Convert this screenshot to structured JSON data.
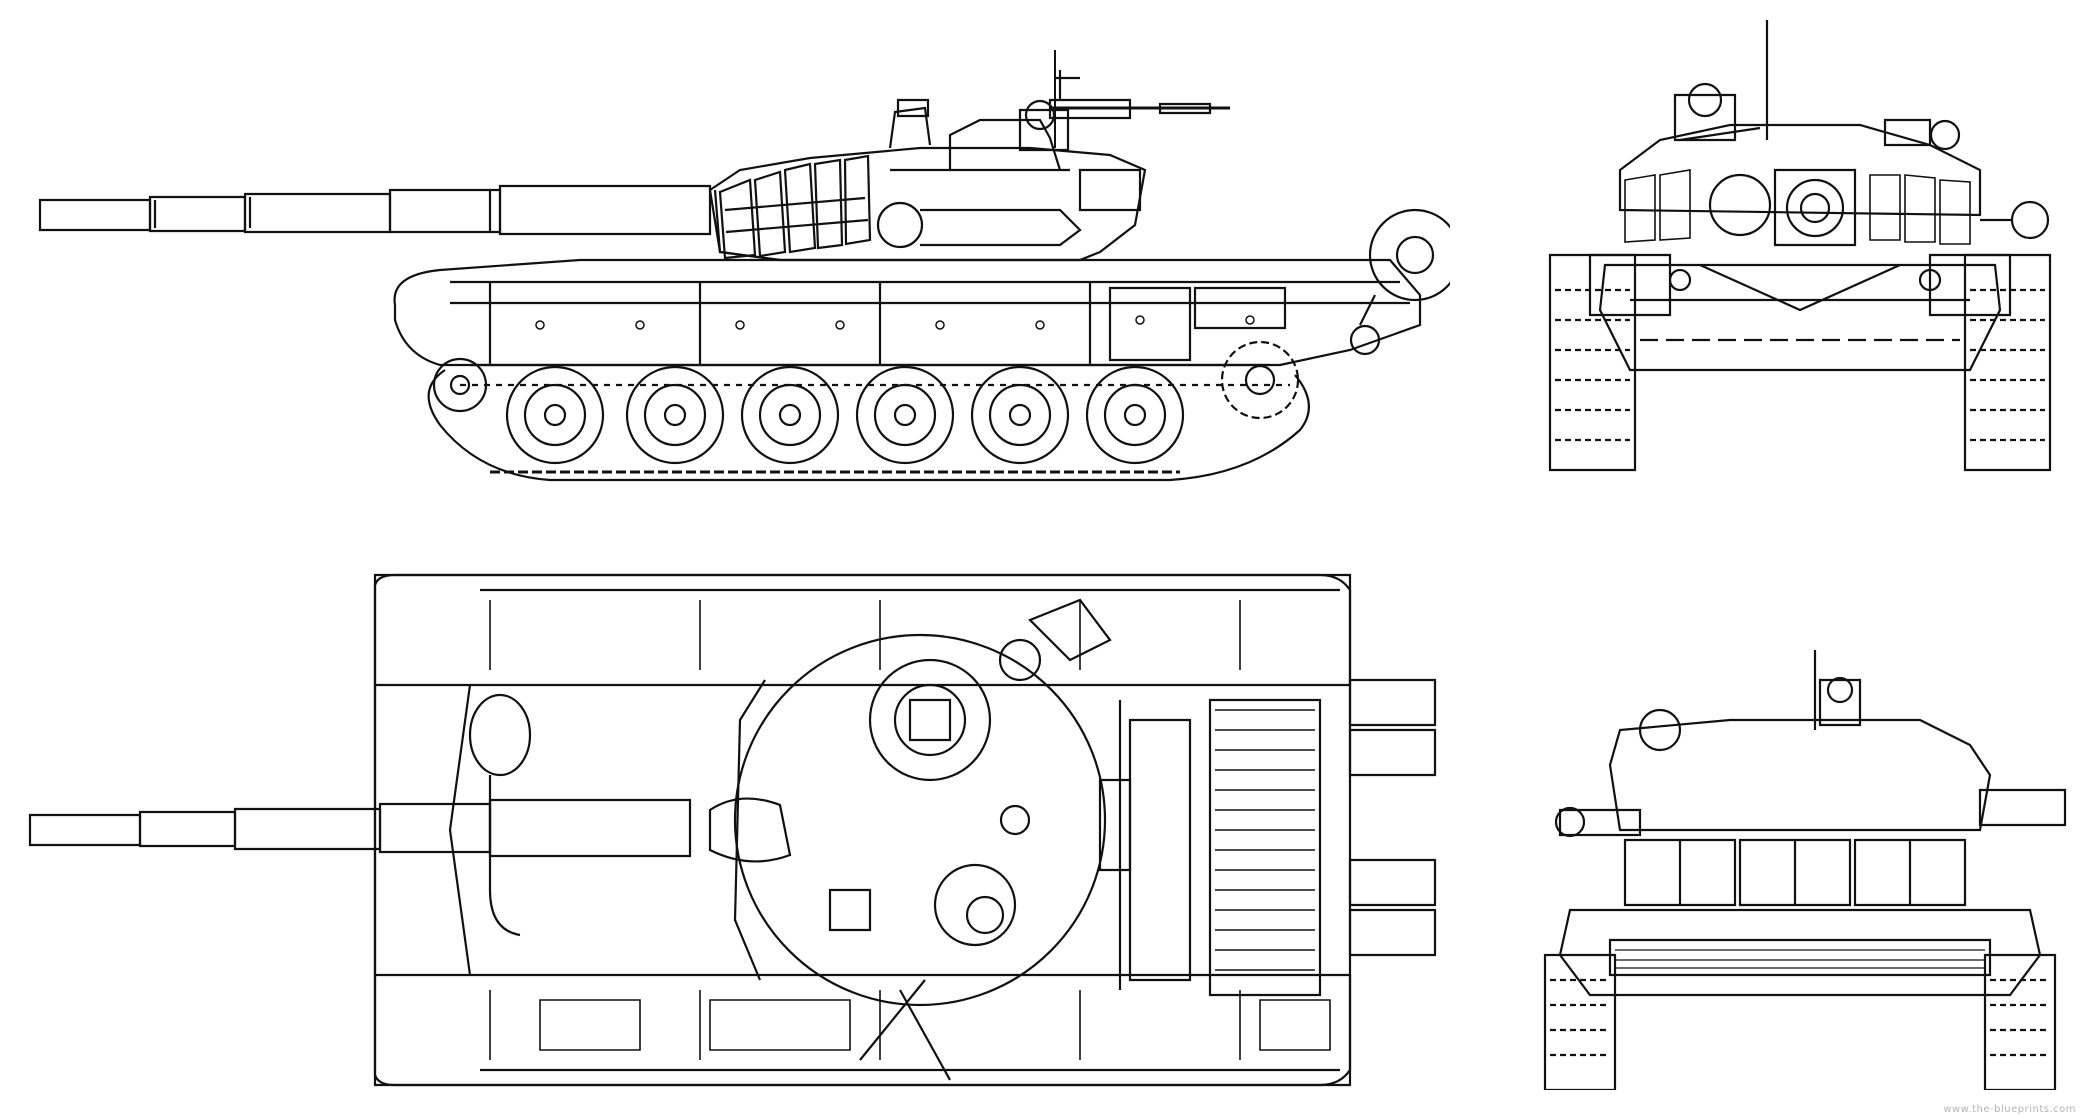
{
  "drawing": {
    "views": [
      {
        "id": "side",
        "name": "side-view"
      },
      {
        "id": "front",
        "name": "front-view"
      },
      {
        "id": "top",
        "name": "top-view"
      },
      {
        "id": "rear",
        "name": "rear-view"
      }
    ],
    "watermark": "www.the-blueprints.com",
    "line_color": "#111111",
    "background": "#ffffff"
  }
}
